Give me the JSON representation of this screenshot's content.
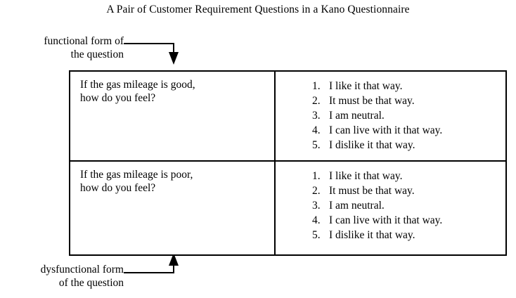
{
  "figure": {
    "title": "A Pair of Customer Requirement Questions in a Kano Questionnaire",
    "background_color": "#ffffff",
    "ink_color": "#000000"
  },
  "annotations": {
    "top": {
      "line1": "functional form of",
      "line2": "the question",
      "arrow_direction": "down"
    },
    "bottom": {
      "line1": "dysfunctional form",
      "line2": "of the question",
      "arrow_direction": "up"
    }
  },
  "table": {
    "rows": [
      {
        "question": {
          "line1": "If the gas mileage is good,",
          "line2": "how do you feel?"
        },
        "answers": [
          {
            "num": "1.",
            "text": "I like it that way."
          },
          {
            "num": "2.",
            "text": "It must be that way."
          },
          {
            "num": "3.",
            "text": "I am neutral."
          },
          {
            "num": "4.",
            "text": "I can live with it that way."
          },
          {
            "num": "5.",
            "text": "I dislike it that way."
          }
        ]
      },
      {
        "question": {
          "line1": "If the gas mileage is poor,",
          "line2": "how do you feel?"
        },
        "answers": [
          {
            "num": "1.",
            "text": "I like it that way."
          },
          {
            "num": "2.",
            "text": "It must be that way."
          },
          {
            "num": "3.",
            "text": "I am neutral."
          },
          {
            "num": "4.",
            "text": "I can live with it that way."
          },
          {
            "num": "5.",
            "text": "I dislike it that way."
          }
        ]
      }
    ]
  }
}
